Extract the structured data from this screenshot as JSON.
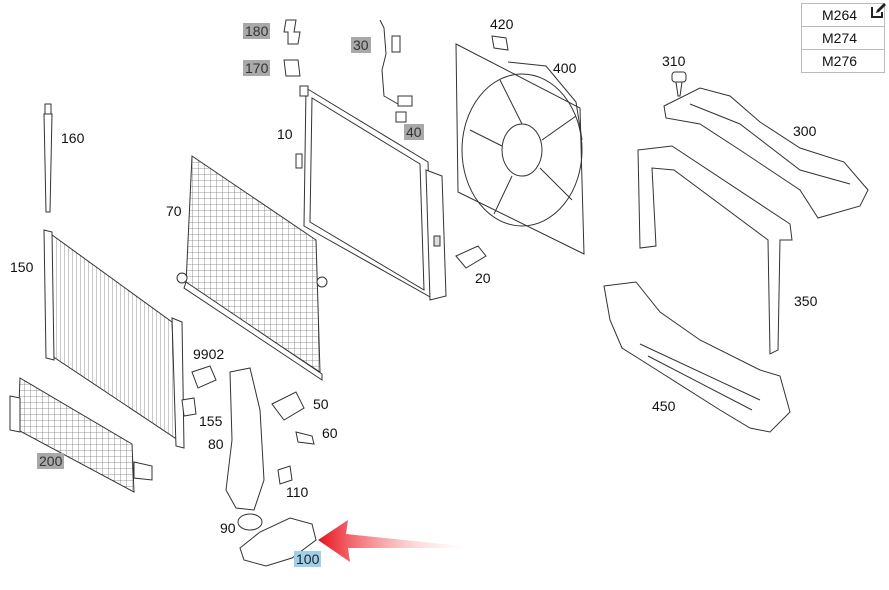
{
  "colors": {
    "highlight_gray": "#a9a9a9",
    "highlight_blue": "#9fd0ea",
    "arrow": "#e8101a",
    "line": "#333333"
  },
  "variants": {
    "items": [
      "M264",
      "M274",
      "M276"
    ],
    "edit_icon": "pencil-square-icon"
  },
  "callouts": {
    "p10": "10",
    "p20": "20",
    "p30": "30",
    "p40": "40",
    "p50": "50",
    "p60": "60",
    "p70": "70",
    "p80": "80",
    "p90": "90",
    "p100": "100",
    "p110": "110",
    "p150": "150",
    "p155": "155",
    "p160": "160",
    "p170": "170",
    "p180": "180",
    "p200": "200",
    "p300": "300",
    "p310": "310",
    "p350": "350",
    "p400": "400",
    "p420": "420",
    "p450": "450",
    "p9902": "9902"
  }
}
